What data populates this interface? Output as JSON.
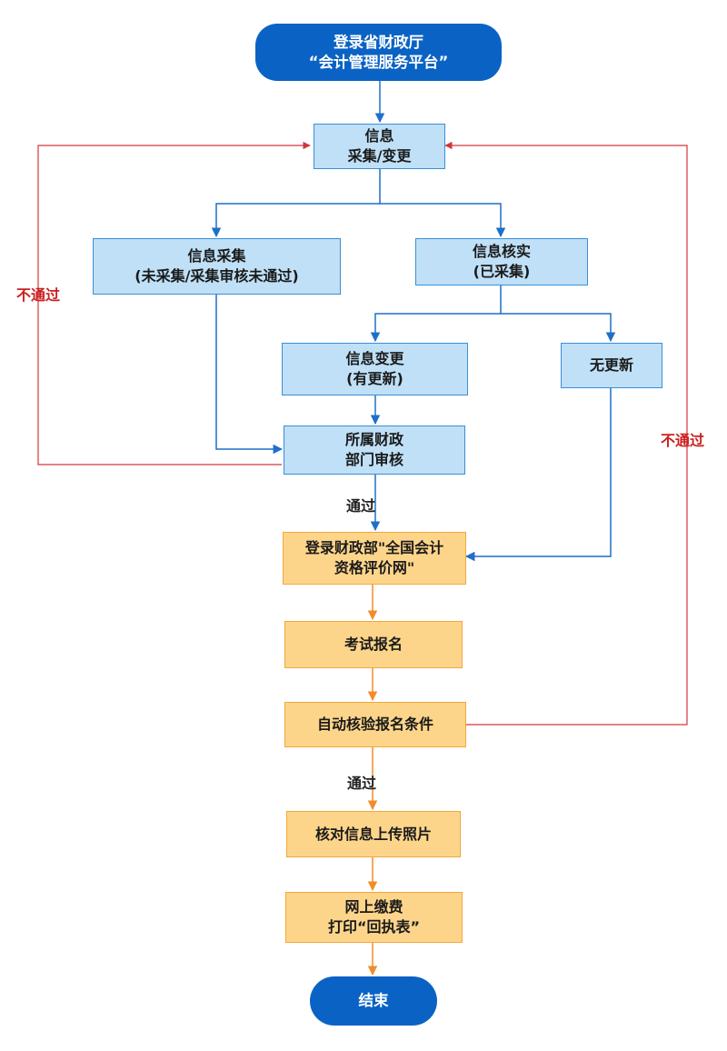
{
  "nodes": {
    "start": [
      "登录省财政厅",
      "“会计管理服务平台”"
    ],
    "collect": [
      "信息",
      "采集/变更"
    ],
    "gather": [
      "信息采集",
      "(未采集/采集审核未通过)"
    ],
    "verify": [
      "信息核实",
      "(已采集)"
    ],
    "change": [
      "信息变更",
      "(有更新)"
    ],
    "noupd": [
      "无更新"
    ],
    "review": [
      "所属财政",
      "部门审核"
    ],
    "login": [
      "登录财政部\"全国会计",
      "资格评价网\""
    ],
    "signup": [
      "考试报名"
    ],
    "auto": [
      "自动核验报名条件"
    ],
    "photo": [
      "核对信息上传照片"
    ],
    "pay": [
      "网上缴费",
      "打印“回执表”"
    ],
    "end": [
      "结束"
    ]
  },
  "edge_labels": {
    "pass1": "通过",
    "pass2": "通过",
    "fail_left": "不通过",
    "fail_right": "不通过"
  },
  "colors": {
    "terminal": "#0a63c4",
    "blue_fill": "#bfe0f7",
    "orange_fill": "#fdd58a",
    "blue_line": "#1f6fc9",
    "orange_line": "#f28c28",
    "red_line": "#d0383d"
  }
}
